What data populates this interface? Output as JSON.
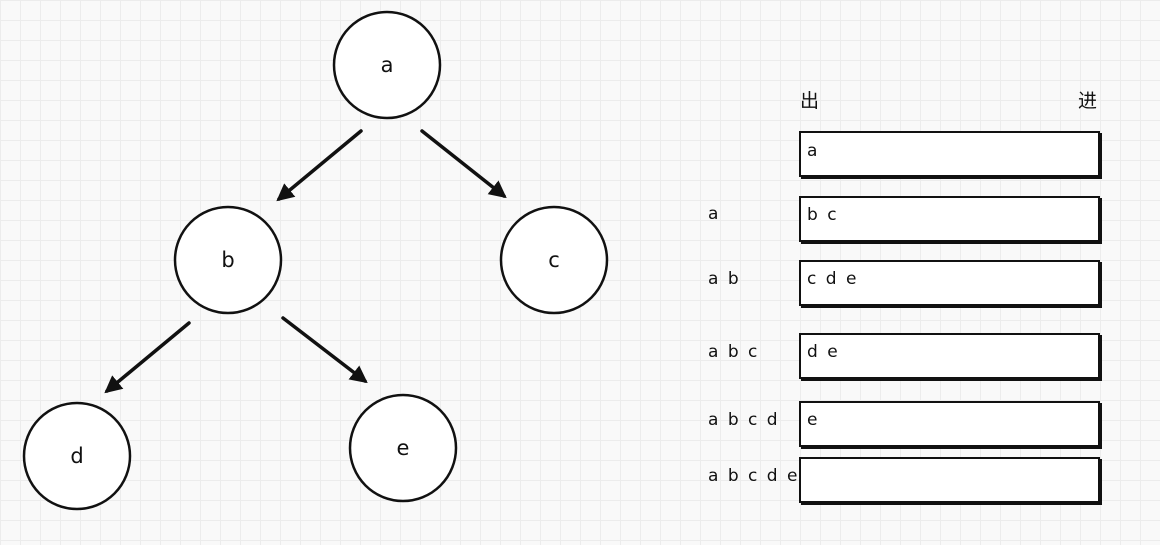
{
  "tree": {
    "nodes": [
      {
        "id": "a",
        "label": "a"
      },
      {
        "id": "b",
        "label": "b"
      },
      {
        "id": "c",
        "label": "c"
      },
      {
        "id": "d",
        "label": "d"
      },
      {
        "id": "e",
        "label": "e"
      }
    ],
    "edges": [
      {
        "from": "a",
        "to": "b"
      },
      {
        "from": "a",
        "to": "c"
      },
      {
        "from": "b",
        "to": "d"
      },
      {
        "from": "b",
        "to": "e"
      }
    ]
  },
  "queue": {
    "header_out": "出",
    "header_in": "进",
    "steps": [
      {
        "dequeued": "",
        "queue": "a"
      },
      {
        "dequeued": "a",
        "queue": "b c"
      },
      {
        "dequeued": "a b",
        "queue": "c d e"
      },
      {
        "dequeued": "a b c",
        "queue": "d e"
      },
      {
        "dequeued": "a b c d",
        "queue": "e"
      },
      {
        "dequeued": "a b c d e",
        "queue": ""
      }
    ]
  }
}
